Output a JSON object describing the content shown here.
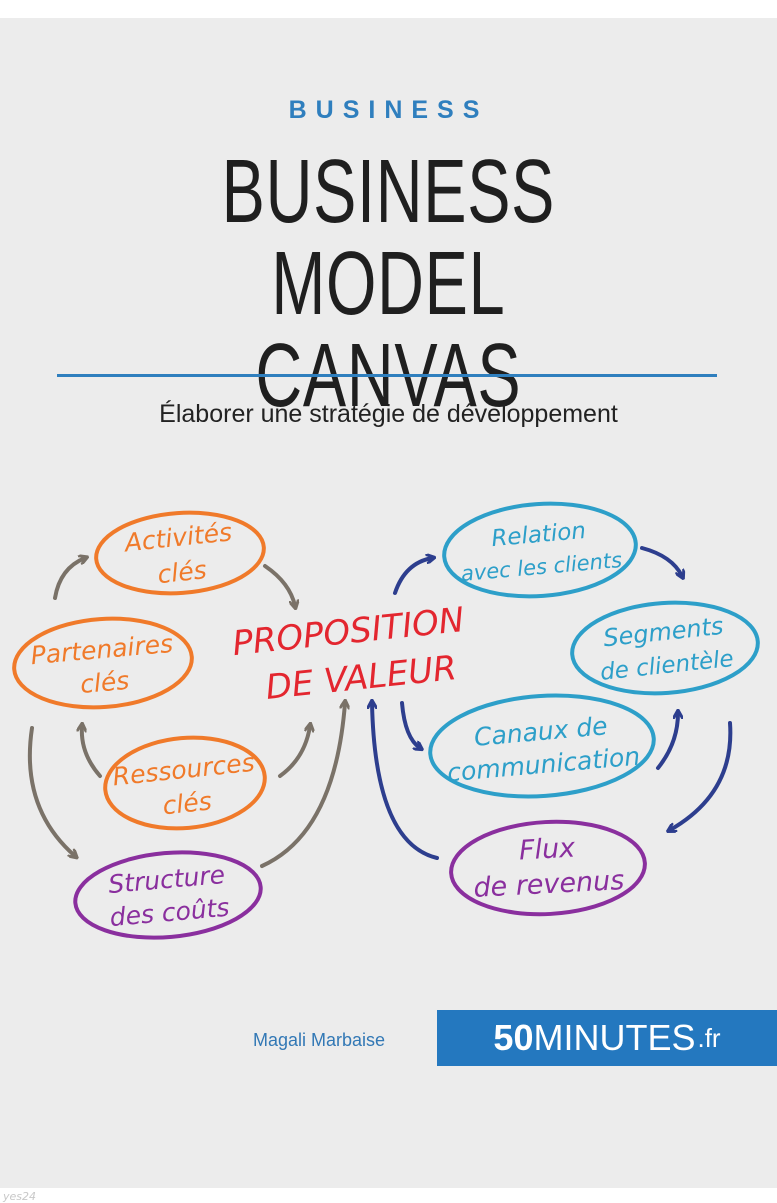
{
  "cover": {
    "series": "BUSINESS",
    "title_line1": "BUSINESS MODEL",
    "title_line2": "CANVAS",
    "subtitle": "Élaborer une stratégie de développement",
    "author": "Magali Marbaise",
    "brand": {
      "number": "50",
      "word": "MINUTES",
      "tld": ".fr"
    },
    "watermark": "yes24"
  },
  "diagram": {
    "center_line1": "PROPOSITION",
    "center_line2": "DE VALEUR",
    "nodes": {
      "activites": [
        "Activités",
        "clés"
      ],
      "partenaires": [
        "Partenaires",
        "clés"
      ],
      "ressources": [
        "Ressources",
        "clés"
      ],
      "structure": [
        "Structure",
        "des coûts"
      ],
      "relation": [
        "Relation",
        "avec les clients"
      ],
      "segments": [
        "Segments",
        "de clientèle"
      ],
      "canaux": [
        "Canaux de",
        "communication"
      ],
      "flux": [
        "Flux",
        "de revenus"
      ]
    },
    "colors": {
      "orange": "#f07a2a",
      "purple": "#8a2f9e",
      "teal": "#2d9fc9",
      "navy": "#2d3e8e",
      "red": "#e3262f",
      "gray": "#7a7268",
      "accent_blue": "#2478bf"
    }
  }
}
